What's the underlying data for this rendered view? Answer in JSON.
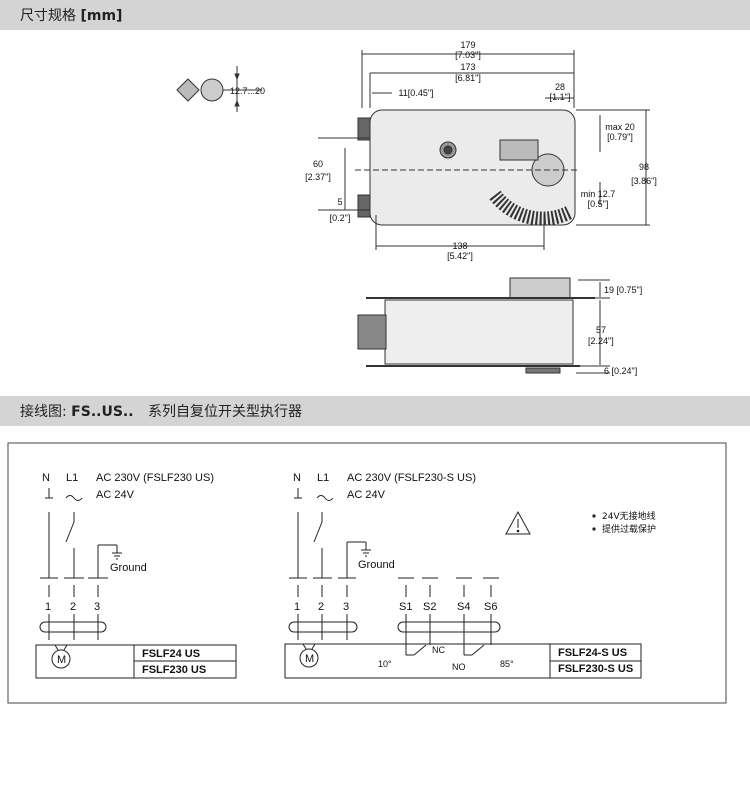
{
  "headers": {
    "dimensions_prefix": "尺寸规格 ",
    "dimensions_bold": "[mm]",
    "wiring_prefix": "接线图: ",
    "wiring_bold": "FS..US..",
    "wiring_suffix": " 系列自复位开关型执行器"
  },
  "shaft": {
    "range": "12.7...20"
  },
  "top_view": {
    "w179": "179",
    "w179_in": "[7.03\"]",
    "w173": "173",
    "w173_in": "[6.81\"]",
    "w11": "11[0.45\"]",
    "w28": "28",
    "w28_in": "[1.1\"]",
    "max20": "max 20",
    "max20_in": "[0.79\"]",
    "h98": "98",
    "h98_in": "[3.86\"]",
    "h60": "60",
    "h60_in": "[2.37\"]",
    "h5": "5",
    "h5_in": "[0.2\"]",
    "min127": "min 12.7",
    "min127_in": "[0.5\"]",
    "w138": "138",
    "w138_in": "[5.42\"]"
  },
  "side_view": {
    "h19": "19 [0.75\"]",
    "h57": "57",
    "h57_in": "[2.24\"]",
    "h6": "6 [0.24\"]"
  },
  "wiring_left": {
    "n": "N",
    "l1": "L1",
    "ac230": "AC 230V (FSLF230 US)",
    "ac24": "AC 24V",
    "ground": "Ground",
    "t1": "1",
    "t2": "2",
    "t3": "3",
    "motor": "M",
    "model1": "FSLF24 US",
    "model2": "FSLF230 US"
  },
  "wiring_right": {
    "n": "N",
    "l1": "L1",
    "ac230": "AC 230V (FSLF230-S US)",
    "ac24": "AC 24V",
    "ground": "Ground",
    "t1": "1",
    "t2": "2",
    "t3": "3",
    "s1": "S1",
    "s2": "S2",
    "s4": "S4",
    "s6": "S6",
    "motor": "M",
    "nc": "NC",
    "no": "NO",
    "deg10": "10°",
    "deg85": "85°",
    "model1": "FSLF24-S US",
    "model2": "FSLF230-S US"
  },
  "notes": [
    "24V无接地线",
    "提供过载保护"
  ]
}
